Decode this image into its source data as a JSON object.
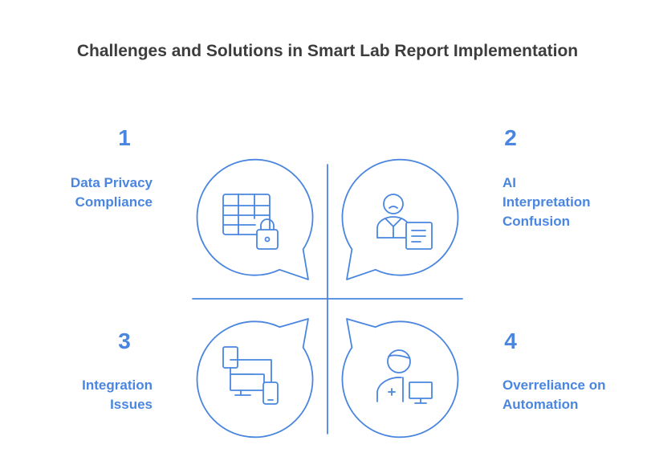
{
  "title": "Challenges and Solutions in Smart Lab Report Implementation",
  "colors": {
    "accent": "#4a86e0",
    "title": "#3d3d3d"
  },
  "quadrants": [
    {
      "number": "1",
      "lines": [
        "Data Privacy",
        "Compliance"
      ],
      "icon": "locked-table-icon"
    },
    {
      "number": "2",
      "lines": [
        "AI",
        "Interpretation",
        "Confusion"
      ],
      "icon": "confused-user-document-icon"
    },
    {
      "number": "3",
      "lines": [
        "Integration",
        "Issues"
      ],
      "icon": "connected-devices-icon"
    },
    {
      "number": "4",
      "lines": [
        "Overreliance on",
        "Automation"
      ],
      "icon": "doctor-computer-icon"
    }
  ]
}
